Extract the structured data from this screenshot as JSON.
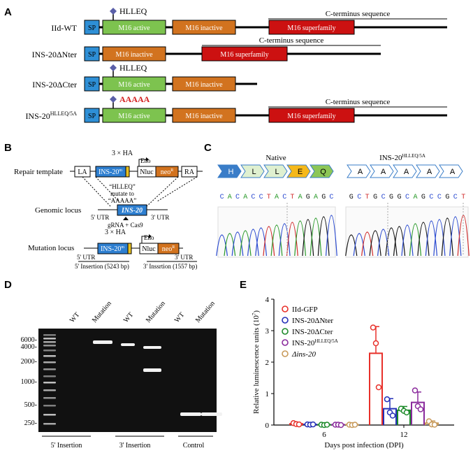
{
  "panels": {
    "a": "A",
    "b": "B",
    "c": "C",
    "d": "D",
    "e": "E"
  },
  "panel_a": {
    "constructs": [
      {
        "name": "IId-WT",
        "motif": "HLLEQ",
        "domains": [
          "SP",
          "M16 active",
          "M16 inactive",
          "M16 superfamily"
        ],
        "cterm": "C-terminus sequence"
      },
      {
        "name": "INS-20ΔNter",
        "domains": [
          "SP",
          "M16 inactive",
          "M16 superfamily"
        ],
        "cterm": "C-terminus sequence"
      },
      {
        "name": "INS-20ΔCter",
        "motif": "HLLEQ",
        "domains": [
          "SP",
          "M16 active",
          "M16 inactive"
        ]
      },
      {
        "name_main": "INS-20",
        "name_sup": "HLLEQ/5A",
        "motif": "AAAAA",
        "domains": [
          "SP",
          "M16 active",
          "M16 inactive",
          "M16 superfamily"
        ],
        "cterm": "C-terminus sequence"
      }
    ],
    "colors": {
      "sp": "#2e8fd6",
      "active": "#7dc34f",
      "inactive": "#d2731f",
      "superfamily": "#cc1111",
      "motif_mut": "#d42020",
      "diamond": "#5a5fa8"
    }
  },
  "panel_b": {
    "repair_label": "Repair template",
    "genomic_label": "Genomic locus",
    "mutation_label": "Mutation locus",
    "la": "LA",
    "ra": "RA",
    "ins_main": "INS-20",
    "ins_sup": "m",
    "nluc": "Nluc",
    "neo_main": "neo",
    "neo_sup": "R",
    "ha": "3 × HA",
    "eno": "Eno",
    "mutate_text": [
      "“HLLEQ”",
      "mutate to",
      "“AAAAA”"
    ],
    "ins_locus": "INS-20",
    "utr5": "5' UTR",
    "utr3": "3' UTR",
    "grna": "gRNA + Cas9",
    "ins5": "5' Insertion (5243 bp)",
    "ins3": "3' Inssrtion (1557 bp)"
  },
  "panel_c": {
    "native_title": "Native",
    "mut_title_main": "INS-20",
    "mut_title_sup": "HLLEQ/5A",
    "native_aa": [
      "H",
      "L",
      "L",
      "E",
      "Q"
    ],
    "mut_aa": [
      "A",
      "A",
      "A",
      "A",
      "A"
    ],
    "native_seq": "CACACCTACTAGAGC",
    "mut_seq": "GCTGCGGCAGCCGCT"
  },
  "panel_d": {
    "lanes": [
      "WT",
      "Mutation",
      "WT",
      "Mutation",
      "WT",
      "Mutation"
    ],
    "ladder": [
      "6000-",
      "4000-",
      "2000-",
      "1000-",
      "500-",
      "250-"
    ],
    "groups": [
      "5' Insertion",
      "3' Insertion",
      "Control"
    ]
  },
  "chart_data": {
    "type": "bar",
    "title": "",
    "xlabel": "Days post infection (DPI)",
    "ylabel": "Relative luminescence units (10",
    "ylabel_sup": "7",
    "ylabel_end": ")",
    "ylim": [
      0,
      4
    ],
    "yticks": [
      "0",
      "1",
      "2",
      "3",
      "4"
    ],
    "categories": [
      "6",
      "12"
    ],
    "legend_position": "top-left",
    "series": [
      {
        "name": "IId-GFP",
        "color": "#e8302a",
        "values": [
          0.04,
          2.28
        ],
        "errors": [
          0.02,
          0.85
        ],
        "points": [
          [
            0.06,
            0.03,
            0.02
          ],
          [
            3.1,
            2.6,
            1.2
          ]
        ]
      },
      {
        "name": "INS-20ΔNter",
        "color": "#2430b8",
        "values": [
          0.02,
          0.52
        ],
        "errors": [
          0.01,
          0.32
        ],
        "points": [
          [
            0.02,
            0.01,
            0.02
          ],
          [
            0.82,
            0.4,
            0.3
          ]
        ]
      },
      {
        "name": "INS-20ΔCter",
        "color": "#1d8a2a",
        "values": [
          0.01,
          0.47
        ],
        "errors": [
          0.01,
          0.12
        ],
        "points": [
          [
            0.01,
            0.0,
            0.01
          ],
          [
            0.52,
            0.45,
            0.4
          ]
        ]
      },
      {
        "name_main": "INS-20",
        "name_sup": "HLLEQ/5A",
        "color": "#8a2a9c",
        "values": [
          0.01,
          0.72
        ],
        "errors": [
          0.01,
          0.33
        ],
        "points": [
          [
            0.01,
            0.01,
            0.0
          ],
          [
            1.1,
            0.6,
            0.5
          ]
        ]
      },
      {
        "name": "Δins-20",
        "color": "#c89a5a",
        "values": [
          0.01,
          0.06
        ],
        "errors": [
          0.01,
          0.07
        ],
        "points": [
          [
            0.01,
            0.0,
            0.01
          ],
          [
            0.12,
            0.02,
            0.01
          ]
        ]
      }
    ]
  }
}
